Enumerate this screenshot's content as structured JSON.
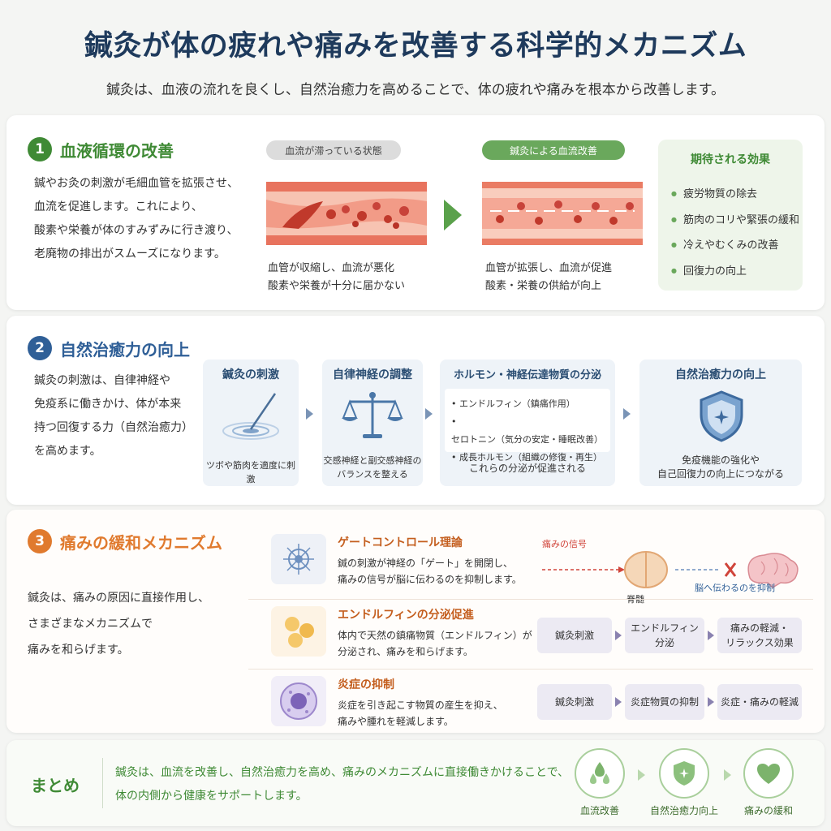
{
  "header": {
    "title": "鍼灸が体の疲れや痛みを改善する科学的メカニズム",
    "subtitle": "鍼灸は、血液の流れを良くし、自然治癒力を高めることで、体の疲れや痛みを根本から改善します。"
  },
  "colors": {
    "title": "#1e3a5c",
    "section1": "#3f8a35",
    "section2": "#2f5f97",
    "section3": "#e07a2e"
  },
  "section1": {
    "number": "1",
    "title": "血液循環の改善",
    "desc": [
      "鍼やお灸の刺激が毛細血管を拡張させ、",
      "血流を促進します。これにより、",
      "酸素や栄養が体のすみずみに行き渡り、",
      "老廃物の排出がスムーズになります。"
    ],
    "before_label": "血流が滞っている状態",
    "before_caption": [
      "血管が収縮し、血流が悪化",
      "酸素や栄養が十分に届かない"
    ],
    "after_label": "鍼灸による血流改善",
    "after_caption": [
      "血管が拡張し、血流が促進",
      "酸素・栄養の供給が向上"
    ],
    "effects_title": "期待される効果",
    "effects": [
      "疲労物質の除去",
      "筋肉のコリや緊張の緩和",
      "冷えやむくみの改善",
      "回復力の向上"
    ]
  },
  "section2": {
    "number": "2",
    "title": "自然治癒力の向上",
    "desc": [
      "鍼灸の刺激は、自律神経や",
      "免疫系に働きかけ、体が本来",
      "持つ回復する力（自然治癒力）",
      "を高めます。"
    ],
    "steps": [
      {
        "title": "鍼灸の刺激",
        "caption": [
          "ツボや筋肉を適度に刺激"
        ]
      },
      {
        "title": "自律神経の調整",
        "caption": [
          "交感神経と副交感神経の",
          "バランスを整える"
        ]
      },
      {
        "title": "ホルモン・神経伝達物質の分泌",
        "items": [
          "エンドルフィン（鎮痛作用）",
          "セロトニン（気分の安定・睡眠改善）",
          "成長ホルモン（組織の修復・再生）"
        ],
        "caption": [
          "これらの分泌が促進される"
        ]
      },
      {
        "title": "自然治癒力の向上",
        "caption": [
          "免疫機能の強化や",
          "自己回復力の向上につながる"
        ]
      }
    ]
  },
  "section3": {
    "number": "3",
    "title": "痛みの緩和メカニズム",
    "desc": [
      "鍼灸は、痛みの原因に直接作用し、",
      "さまざまなメカニズムで",
      "痛みを和らげます。"
    ],
    "mechanisms": [
      {
        "title": "ゲートコントロール理論",
        "desc": [
          "鍼の刺激が神経の「ゲート」を開閉し、",
          "痛みの信号が脳に伝わるのを抑制します。"
        ],
        "diagram": {
          "signal_label": "痛みの信号",
          "spine_label": "脊髄",
          "block_label": "脳へ伝わるのを抑制"
        }
      },
      {
        "title": "エンドルフィンの分泌促進",
        "desc": [
          "体内で天然の鎮痛物質（エンドルフィン）が",
          "分泌され、痛みを和らげます。"
        ],
        "flow": [
          "鍼灸刺激",
          "エンドルフィン\n分泌",
          "痛みの軽減・\nリラックス効果"
        ]
      },
      {
        "title": "炎症の抑制",
        "desc": [
          "炎症を引き起こす物質の産生を抑え、",
          "痛みや腫れを軽減します。"
        ],
        "flow": [
          "鍼灸刺激",
          "炎症物質の抑制",
          "炎症・痛みの軽減"
        ]
      }
    ]
  },
  "summary": {
    "label": "まとめ",
    "text": [
      "鍼灸は、血流を改善し、自然治癒力を高め、痛みのメカニズムに直接働きかけることで、",
      "体の内側から健康をサポートします。"
    ],
    "items": [
      {
        "label": "血流改善",
        "icon": "droplets-icon"
      },
      {
        "label": "自然治癒力向上",
        "icon": "shield-icon"
      },
      {
        "label": "痛みの緩和",
        "icon": "heart-icon"
      }
    ]
  }
}
